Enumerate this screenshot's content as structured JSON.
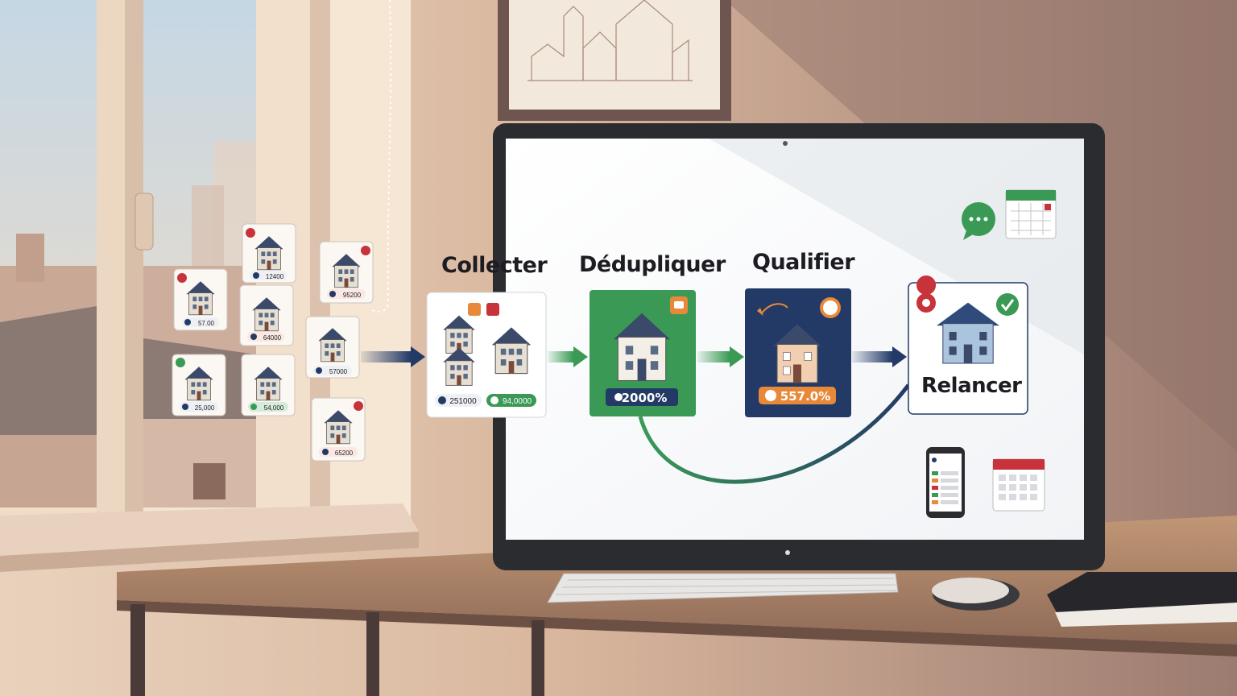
{
  "steps": {
    "collect": {
      "label": "Collecter",
      "badge_a": "251000",
      "badge_b": "94,0000"
    },
    "dedupe": {
      "label": "Dédupliquer",
      "badge": "2000%"
    },
    "qualify": {
      "label": "Qualifier",
      "badge": "557.0%"
    },
    "followup": {
      "label": "Relancer"
    }
  },
  "listings": [
    {
      "price": "57.00"
    },
    {
      "price": "12400"
    },
    {
      "price": "64000"
    },
    {
      "price": "95200"
    },
    {
      "price": "57000"
    },
    {
      "price": "25,000"
    },
    {
      "price": "54,000"
    },
    {
      "price": "65200"
    }
  ],
  "colors": {
    "green": "#3a9a55",
    "navy": "#233a66",
    "orange": "#e8893a",
    "red": "#c8323a"
  }
}
